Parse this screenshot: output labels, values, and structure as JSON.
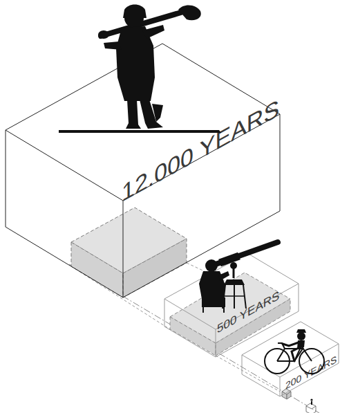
{
  "diagram": {
    "nodes": [
      {
        "text": [
          "12.000 YEARS"
        ]
      },
      {
        "text": [
          "500 YEARS"
        ]
      },
      {
        "text": [
          "200 YEARS"
        ]
      }
    ]
  }
}
